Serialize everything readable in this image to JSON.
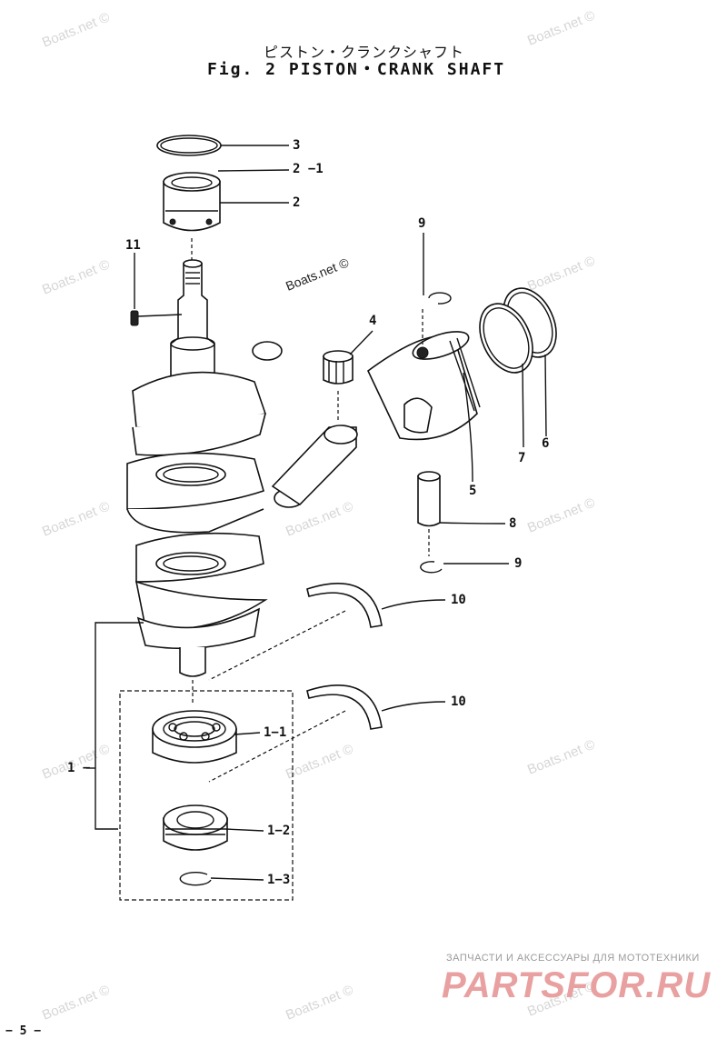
{
  "title": {
    "japanese": "ピストン・クランクシャフト",
    "english": "Fig. 2  PISTON・CRANK SHAFT"
  },
  "watermark": "Boats.net ©",
  "callouts": [
    {
      "id": "c3",
      "label": "3"
    },
    {
      "id": "c2-1",
      "label": "2 −1"
    },
    {
      "id": "c2",
      "label": "2"
    },
    {
      "id": "c11",
      "label": "11"
    },
    {
      "id": "c9a",
      "label": "9"
    },
    {
      "id": "c4",
      "label": "4"
    },
    {
      "id": "c5",
      "label": "5"
    },
    {
      "id": "c7",
      "label": "7"
    },
    {
      "id": "c6",
      "label": "6"
    },
    {
      "id": "c8",
      "label": "8"
    },
    {
      "id": "c9b",
      "label": "9"
    },
    {
      "id": "c10a",
      "label": "10"
    },
    {
      "id": "c10b",
      "label": "10"
    },
    {
      "id": "c1-1",
      "label": "1−1"
    },
    {
      "id": "c1",
      "label": "1 −"
    },
    {
      "id": "c1-2",
      "label": "1−2"
    },
    {
      "id": "c1-3",
      "label": "1−3"
    }
  ],
  "page_number": "− 5 −",
  "shop": {
    "tagline": "ЗАПЧАСТИ И АКСЕССУАРЫ ДЛЯ МОТОТЕХНИКИ",
    "logo": "PARTSFOR.RU"
  },
  "colors": {
    "ink": "#111111",
    "watermark": "#d6d6d6",
    "logo": "#e8a0a0"
  }
}
